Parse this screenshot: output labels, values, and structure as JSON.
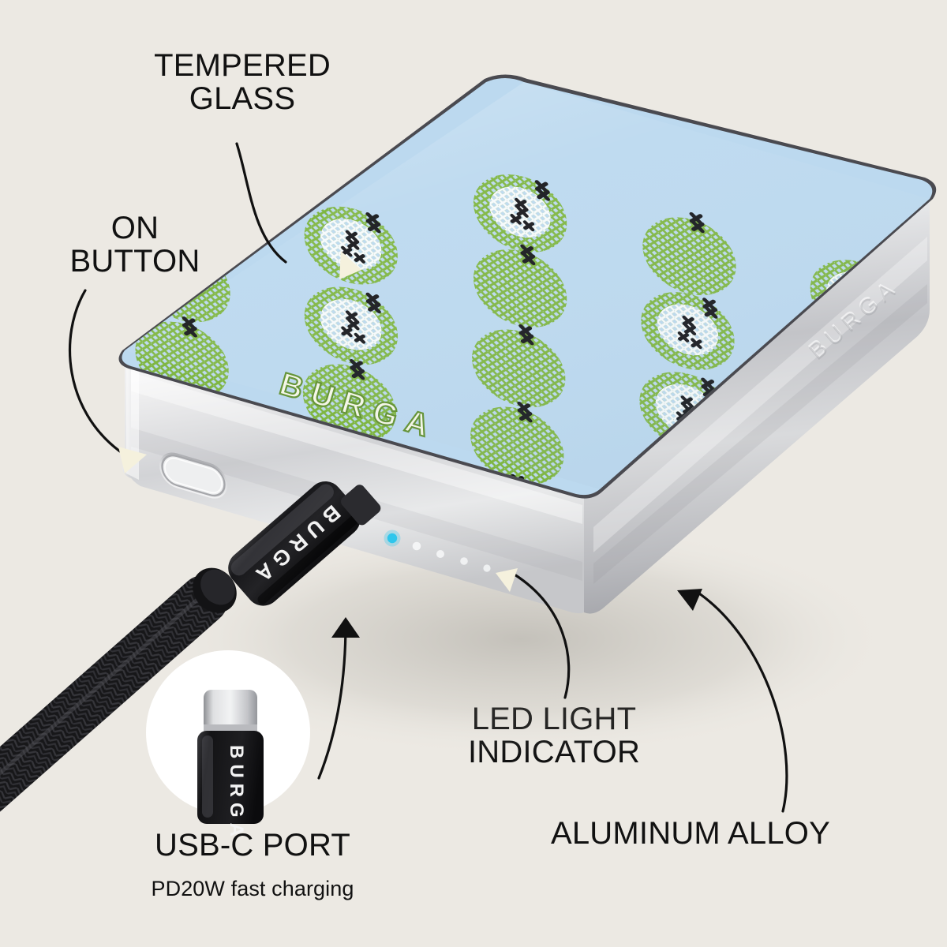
{
  "meta": {
    "product": "BURGA power bank",
    "background_color": "#ece9e3"
  },
  "callouts": [
    {
      "id": "tempered-glass",
      "text": "TEMPERED\nGLASS",
      "size": "big"
    },
    {
      "id": "on-button",
      "text": "ON\nBUTTON",
      "size": "big"
    },
    {
      "id": "led-indicator",
      "text": "LED LIGHT\nINDICATOR",
      "size": "big"
    },
    {
      "id": "aluminum-alloy",
      "text": "ALUMINUM ALLOY",
      "size": "big"
    },
    {
      "id": "usb-c-port",
      "text": "USB-C PORT",
      "size": "big"
    },
    {
      "id": "usb-c-sub",
      "text": "PD20W fast charging",
      "size": "sub"
    }
  ],
  "labels": {
    "tempered_glass": "TEMPERED\nGLASS",
    "on_button": "ON\nBUTTON",
    "led_indicator": "LED LIGHT\nINDICATOR",
    "aluminum_alloy": "ALUMINUM ALLOY",
    "usb_c_port": "USB-C PORT",
    "usb_c_subtitle": "PD20W fast charging"
  },
  "device": {
    "brand_glass": "BURGA",
    "brand_side": "BURGA",
    "brand_connector": "BURGA",
    "body_material": "aluminum alloy",
    "top_material": "tempered glass",
    "colors": {
      "body_light": "#f2f2f3",
      "body_mid": "#c9cacd",
      "body_dark": "#9fa1a6",
      "glass_bg": "#bcd9ef",
      "apple_green": "#7fb642",
      "apple_green_dark": "#639a33",
      "apple_white": "#f4f8fc",
      "seed_black": "#17181c",
      "glass_edge": "#4d4d52"
    }
  },
  "led_indicator": {
    "count": 5,
    "lit_count": 1,
    "lit_color": "#2fc6ec",
    "unlit_color": "#f3f4f5"
  },
  "power_button": {
    "shape": "rounded-pill",
    "state": "recessed"
  },
  "pattern": {
    "name": "cross-stitch apples",
    "columns": 4,
    "rows": 4,
    "motifs": [
      "whole-apple",
      "cut-apple"
    ],
    "background": "#bcd9ef"
  },
  "usb_inset": {
    "circle_color": "#ffffff",
    "connector_color": "#1b1b1d",
    "tip_color": "#c7c8cb",
    "brand": "BURGA"
  },
  "cable": {
    "type": "braided",
    "color": "#1a1a1c"
  }
}
